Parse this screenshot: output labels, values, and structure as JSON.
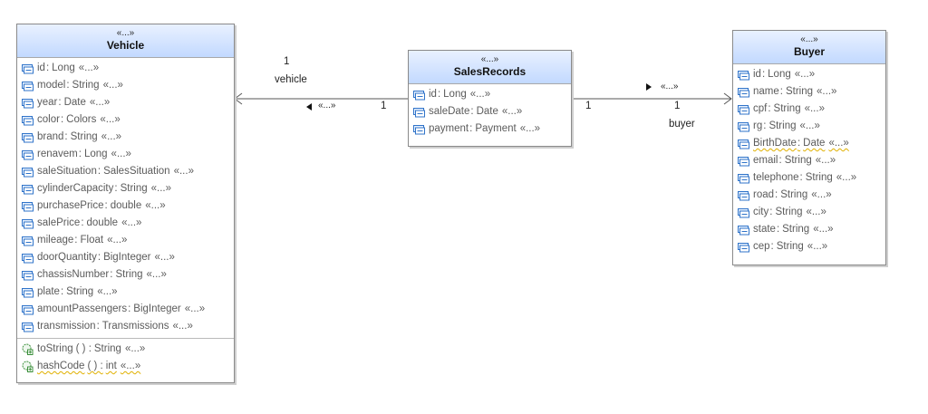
{
  "stereotype": "«...»",
  "classes": {
    "vehicle": {
      "stereotype": "«...»",
      "name": "Vehicle",
      "attributes": [
        {
          "name": "id",
          "type": "Long",
          "tag": "«...»"
        },
        {
          "name": "model",
          "type": "String",
          "tag": "«...»"
        },
        {
          "name": "year",
          "type": "Date",
          "tag": "«...»"
        },
        {
          "name": "color",
          "type": "Colors",
          "tag": "«...»"
        },
        {
          "name": "brand",
          "type": "String",
          "tag": "«...»"
        },
        {
          "name": "renavem",
          "type": "Long",
          "tag": "«...»"
        },
        {
          "name": "saleSituation",
          "type": "SalesSituation",
          "tag": "«...»"
        },
        {
          "name": "cylinderCapacity",
          "type": "String",
          "tag": "«...»"
        },
        {
          "name": "purchasePrice",
          "type": "double",
          "tag": "«...»"
        },
        {
          "name": "salePrice",
          "type": "double",
          "tag": "«...»"
        },
        {
          "name": "mileage",
          "type": "Float",
          "tag": "«...»"
        },
        {
          "name": "doorQuantity",
          "type": "BigInteger",
          "tag": "«...»"
        },
        {
          "name": "chassisNumber",
          "type": "String",
          "tag": "«...»"
        },
        {
          "name": "plate",
          "type": "String",
          "tag": "«...»"
        },
        {
          "name": "amountPassengers",
          "type": "BigInteger",
          "tag": "«...»"
        },
        {
          "name": "transmission",
          "type": "Transmissions",
          "tag": "«...»"
        }
      ],
      "operations": [
        {
          "name": "toString",
          "params": "( ) :",
          "type": "String",
          "tag": "«...»"
        },
        {
          "name": "hashCode",
          "params": "( ) :",
          "type": "int",
          "tag": "«...»"
        }
      ]
    },
    "salesRecords": {
      "stereotype": "«...»",
      "name": "SalesRecords",
      "attributes": [
        {
          "name": "id",
          "type": "Long",
          "tag": "«...»"
        },
        {
          "name": "saleDate",
          "type": "Date",
          "tag": "«...»"
        },
        {
          "name": "payment",
          "type": "Payment",
          "tag": "«...»"
        }
      ]
    },
    "buyer": {
      "stereotype": "«...»",
      "name": "Buyer",
      "attributes": [
        {
          "name": "id",
          "type": "Long",
          "tag": "«...»"
        },
        {
          "name": "name",
          "type": "String",
          "tag": "«...»"
        },
        {
          "name": "cpf",
          "type": "String",
          "tag": "«...»"
        },
        {
          "name": "rg",
          "type": "String",
          "tag": "«...»"
        },
        {
          "name": "BirthDate",
          "type": "Date",
          "tag": "«...»"
        },
        {
          "name": "email",
          "type": "String",
          "tag": "«...»"
        },
        {
          "name": "telephone",
          "type": "String",
          "tag": "«...»"
        },
        {
          "name": "road",
          "type": "String",
          "tag": "«...»"
        },
        {
          "name": "city",
          "type": "String",
          "tag": "«...»"
        },
        {
          "name": "state",
          "type": "String",
          "tag": "«...»"
        },
        {
          "name": "cep",
          "type": "String",
          "tag": "«...»"
        }
      ]
    }
  },
  "associations": {
    "vehicle": {
      "target_multiplicity": "1",
      "role": "vehicle",
      "source_multiplicity": "1",
      "stereotype": "«...»"
    },
    "buyer": {
      "stereotype": "«...»",
      "source_multiplicity": "1",
      "target_multiplicity": "1",
      "role": "buyer"
    }
  },
  "colors": {
    "header_top": "#e9f1ff",
    "header_bottom": "#c2d9ff",
    "border": "#8a8a8a",
    "attr_icon": "#2f73c9",
    "op_icon": "#3a8f3a",
    "warning_underline": "#e0b000"
  },
  "icons": {
    "attribute": "field-icon",
    "operation": "method-icon",
    "navigability": "triangle-arrow-icon"
  }
}
